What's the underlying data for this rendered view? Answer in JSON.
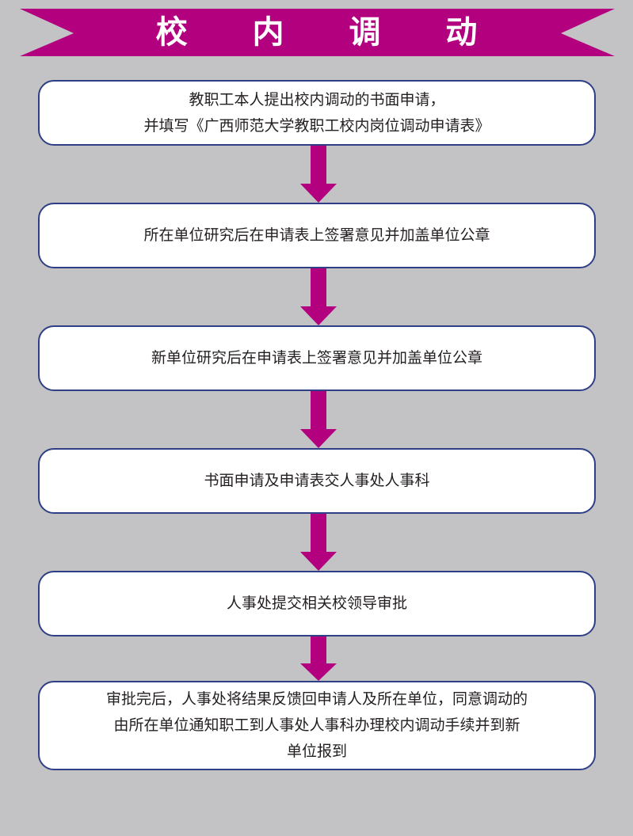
{
  "title": "校 内 调 动",
  "colors": {
    "accent": "#b2007f",
    "background": "#c3c3c5",
    "box_border": "#2e3f86",
    "box_fill": "#ffffff",
    "text": "#231f20"
  },
  "steps": [
    {
      "lines": [
        "教职工本人提出校内调动的书面申请，",
        "并填写《广西师范大学教职工校内岗位调动申请表》"
      ]
    },
    {
      "lines": [
        "所在单位研究后在申请表上签署意见并加盖单位公章"
      ]
    },
    {
      "lines": [
        "新单位研究后在申请表上签署意见并加盖单位公章"
      ]
    },
    {
      "lines": [
        "书面申请及申请表交人事处人事科"
      ]
    },
    {
      "lines": [
        "人事处提交相关校领导审批"
      ]
    },
    {
      "lines": [
        "审批完后，人事处将结果反馈回申请人及所在单位，同意调动的",
        "由所在单位通知职工到人事处人事科办理校内调动手续并到新",
        "单位报到"
      ]
    }
  ],
  "connector_icon": "down-arrow-icon"
}
